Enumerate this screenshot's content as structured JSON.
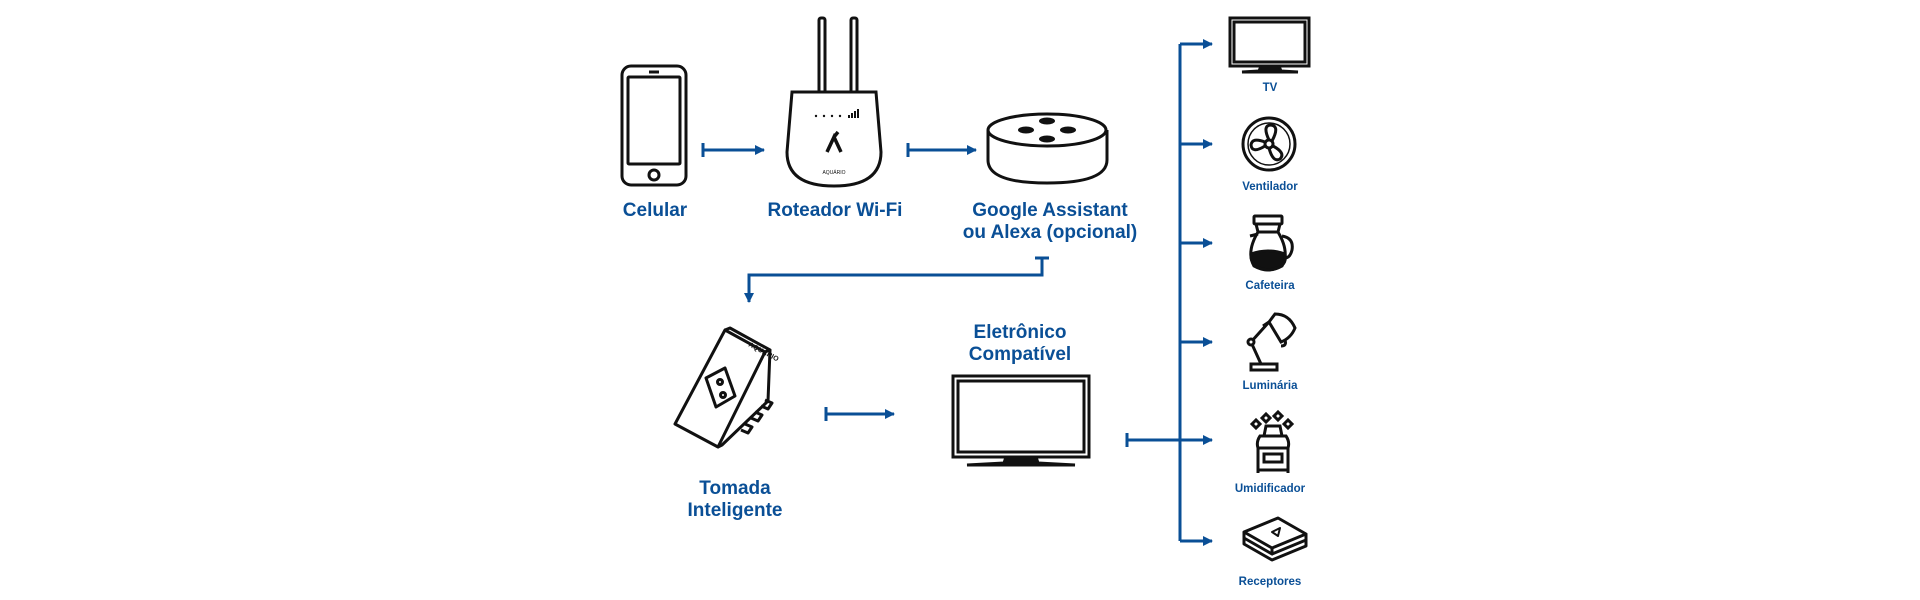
{
  "colors": {
    "accent": "#0a4f96",
    "stroke": "#111111"
  },
  "nodes": {
    "phone": {
      "label": "Celular",
      "icon": "smartphone-icon"
    },
    "router": {
      "label": "Roteador Wi-Fi",
      "icon": "router-icon",
      "brand_text": "AQUÁRIO"
    },
    "speaker": {
      "label": "Google Assistant\nou Alexa (opcional)",
      "icon": "smart-speaker-icon"
    },
    "plug": {
      "label": "Tomada\nInteligente",
      "icon": "smart-plug-icon",
      "brand_text": "AQUÁRIO"
    },
    "device": {
      "label": "Eletrônico\nCompatível",
      "icon": "monitor-icon"
    }
  },
  "devices": [
    {
      "label": "TV",
      "icon": "tv-icon"
    },
    {
      "label": "Ventilador",
      "icon": "fan-icon"
    },
    {
      "label": "Cafeteira",
      "icon": "coffee-maker-icon"
    },
    {
      "label": "Luminária",
      "icon": "desk-lamp-icon"
    },
    {
      "label": "Umidificador",
      "icon": "humidifier-icon"
    },
    {
      "label": "Receptores",
      "icon": "receiver-box-icon"
    }
  ]
}
